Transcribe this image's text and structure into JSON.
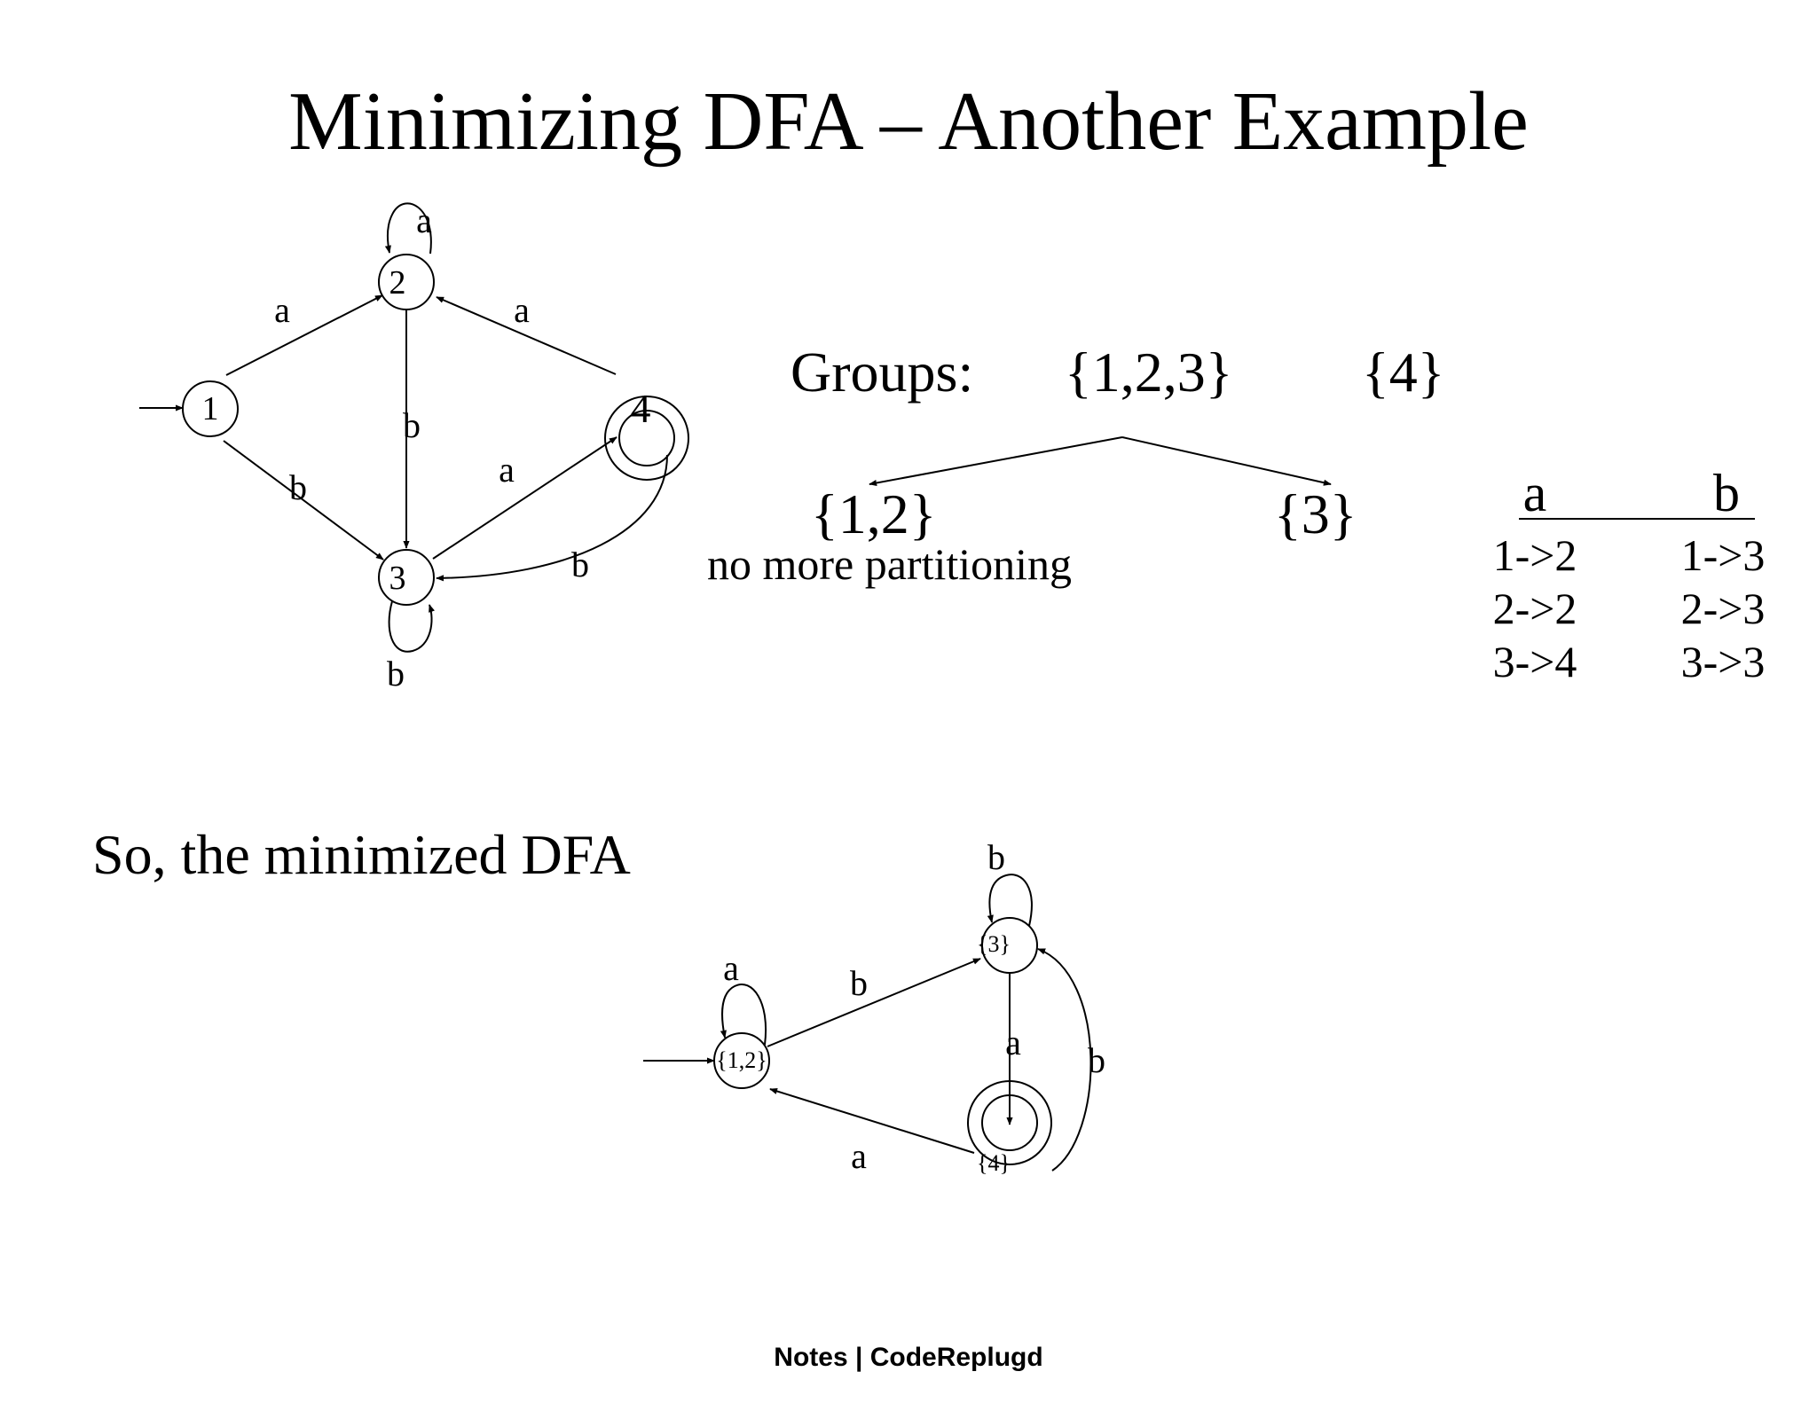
{
  "title": "Minimizing DFA – Another Example",
  "diagram1": {
    "states": [
      "1",
      "2",
      "3",
      "4"
    ],
    "start": "1",
    "accepting": [
      "4"
    ],
    "edge_labels": {
      "e_1_2": "a",
      "e_2_2": "a",
      "e_4_2": "a",
      "e_1_3": "b",
      "e_2_3": "b",
      "e_3_4": "a",
      "e_4_3": "b",
      "e_3_3": "b"
    }
  },
  "partition": {
    "groups_label": "Groups:",
    "group_a": "{1,2,3}",
    "group_b": "{4}",
    "split_left": "{1,2}",
    "split_right": "{3}",
    "note": "no more partitioning"
  },
  "transition_table": {
    "headers": [
      "a",
      "b"
    ],
    "rows": [
      [
        "1->2",
        "1->3"
      ],
      [
        "2->2",
        "2->3"
      ],
      [
        "3->4",
        "3->3"
      ]
    ]
  },
  "minimized_heading": "So, the minimized DFA",
  "diagram2": {
    "states": [
      "{1,2}",
      "{3}",
      "{4}"
    ],
    "start": "{1,2}",
    "accepting": [
      "{4}"
    ],
    "edge_labels": {
      "m_12_12": "a",
      "m_12_3": "b",
      "m_3_3": "b",
      "m_3_4": "a",
      "m_4_3": "b",
      "m_4_12": "a"
    }
  },
  "footer": "Notes | CodeReplugd"
}
